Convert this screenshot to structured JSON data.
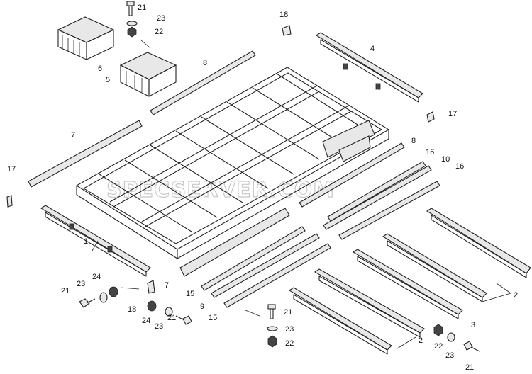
{
  "watermark": "SPECSERVER.COM",
  "callouts": {
    "c1": "1",
    "c2a": "2",
    "c2b": "2",
    "c3": "3",
    "c4": "4",
    "c5": "5",
    "c6": "6",
    "c7a": "7",
    "c7b": "7",
    "c8a": "8",
    "c8b": "8",
    "c9": "9",
    "c10": "10",
    "c15a": "15",
    "c15b": "15",
    "c16a": "16",
    "c16b": "16",
    "c17a": "17",
    "c17b": "17",
    "c18a": "18",
    "c18b": "18",
    "c21a": "21",
    "c21b": "21",
    "c21c": "21",
    "c21d": "21",
    "c21e": "21",
    "c22a": "22",
    "c22b": "22",
    "c22c": "22",
    "c23a": "23",
    "c23b": "23",
    "c23c": "23",
    "c23d": "23",
    "c23e": "23",
    "c24a": "24",
    "c24b": "24"
  }
}
